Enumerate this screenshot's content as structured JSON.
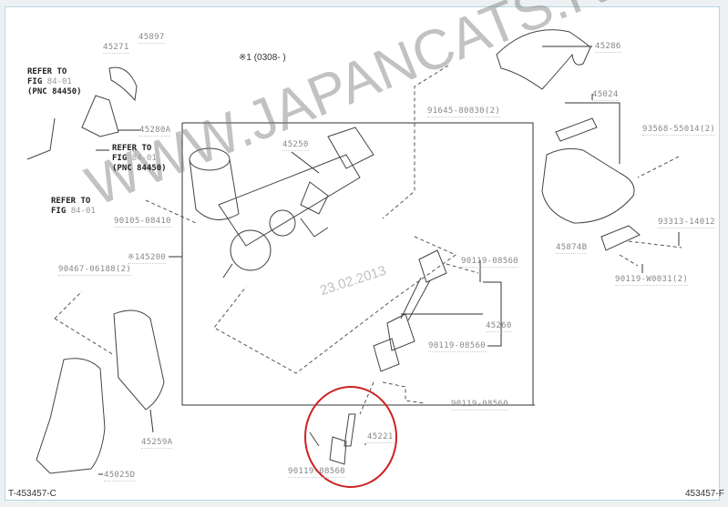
{
  "title_note": "※1 (0308-      )",
  "refs": [
    {
      "line1": "REFER TO",
      "fig_prefix": "FIG",
      "fig": "84-01",
      "pnc": "(PNC 84450)"
    },
    {
      "line1": "REFER TO",
      "fig_prefix": "FIG",
      "fig": "84-01",
      "pnc": "(PNC 84450)"
    },
    {
      "line1": "REFER TO",
      "fig_prefix": "FIG",
      "fig": "84-01"
    }
  ],
  "labels": {
    "p45897": "45897",
    "p45271": "45271",
    "p45280a": "45280A",
    "p90105": "90105-08410",
    "p45250": "45250",
    "p145200": "※145200",
    "p90467": "90467-06188(2)",
    "p45259a": "45259A",
    "p45025d": "45025D",
    "p45286": "45286",
    "p45024": "45024",
    "p91645": "91645-80830(2)",
    "p93568": "93568-55014(2)",
    "p93313": "93313-14012",
    "p45874b": "45874B",
    "p90119w": "90119-W0031(2)",
    "p90119a": "90119-08560",
    "p45260": "45260",
    "p90119b": "90119-08560",
    "p90119c": "90119-08560",
    "p45221": "45221",
    "p90119d": "90119-08560"
  },
  "codes": {
    "left": "T-453457-C",
    "right": "453457-F"
  },
  "watermarks": {
    "site": "WWW.JAPANCATS.RU",
    "date": "23.02.2013"
  },
  "highlight_color": "#cc2222"
}
